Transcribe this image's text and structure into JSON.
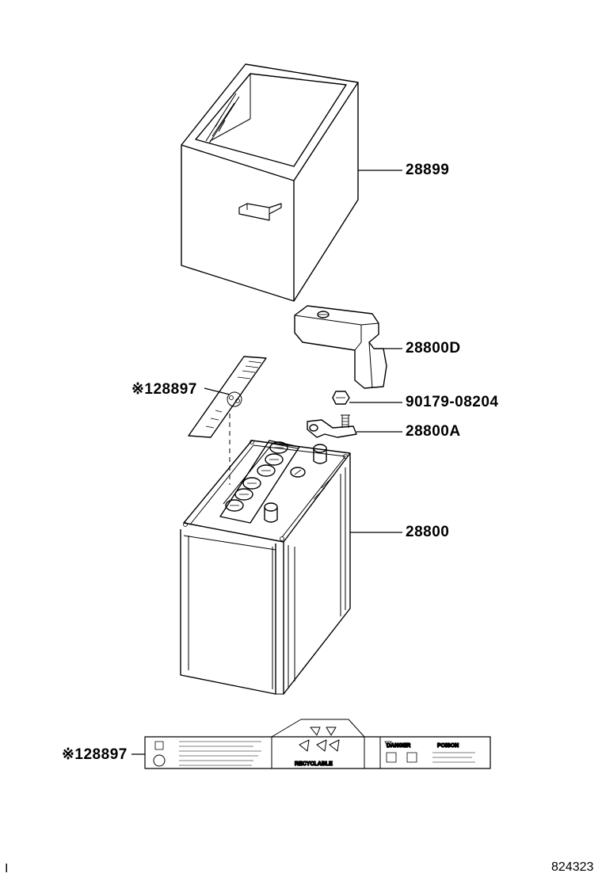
{
  "diagram": {
    "parts": [
      {
        "id": "tray",
        "label": "28899"
      },
      {
        "id": "terminal-cover",
        "label": "28800D"
      },
      {
        "id": "bolt",
        "label": "90179-08204"
      },
      {
        "id": "terminal-clamp",
        "label": "28800A"
      },
      {
        "id": "battery",
        "label": "28800"
      },
      {
        "id": "caution-label-top",
        "label": "※128897"
      },
      {
        "id": "caution-label-bottom",
        "label": "※128897"
      }
    ],
    "label_sheet": {
      "recycle_text": "RECYCLABLE",
      "danger_text": "DANGER",
      "poison_text": "POISON"
    },
    "footer": {
      "left_mark": "I",
      "diagram_number": "824323"
    }
  }
}
